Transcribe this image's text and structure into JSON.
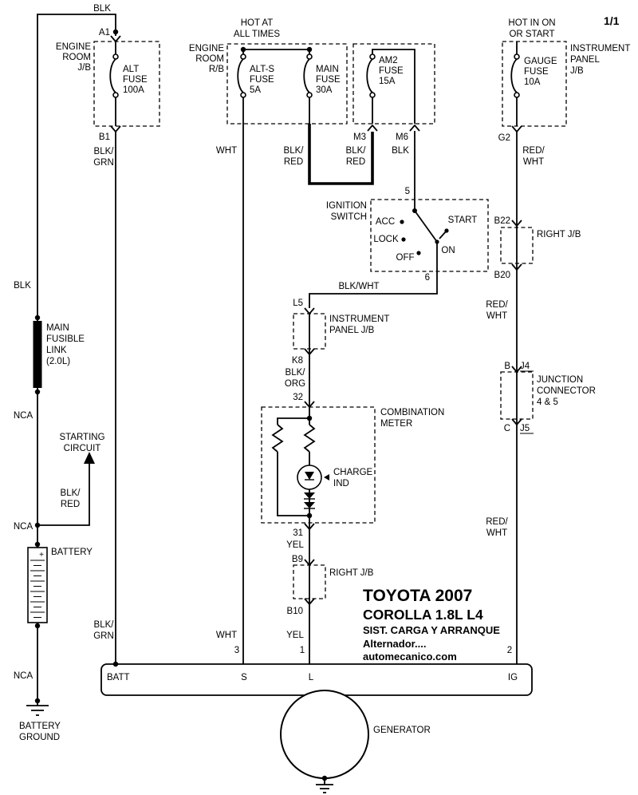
{
  "page": {
    "indicator": "1/1"
  },
  "colors": {
    "ink": "#000000",
    "background": "#ffffff"
  },
  "power": {
    "hot_all_times_line1": "HOT AT",
    "hot_all_times_line2": "ALL TIMES",
    "hot_on_start_line1": "HOT IN ON",
    "hot_on_start_line2": "OR START"
  },
  "engine_room_jb": {
    "name_line1": "ENGINE",
    "name_line2": "ROOM",
    "name_line3": "J/B",
    "terminal_in": "A1",
    "terminal_out": "B1",
    "fuse_line1": "ALT",
    "fuse_line2": "FUSE",
    "fuse_line3": "100A"
  },
  "engine_room_rb": {
    "name_line1": "ENGINE",
    "name_line2": "ROOM",
    "name_line3": "R/B",
    "alt_s_fuse_line1": "ALT-S",
    "alt_s_fuse_line2": "FUSE",
    "alt_s_fuse_line3": "5A",
    "main_fuse_line1": "MAIN",
    "main_fuse_line2": "FUSE",
    "main_fuse_line3": "30A"
  },
  "am2_block": {
    "fuse_line1": "AM2",
    "fuse_line2": "FUSE",
    "fuse_line3": "15A",
    "terminal_m3": "M3",
    "terminal_m6": "M6"
  },
  "instrument_panel_jb_right": {
    "name_line1": "INSTRUMENT",
    "name_line2": "PANEL",
    "name_line3": "J/B",
    "fuse_line1": "GAUGE",
    "fuse_line2": "FUSE",
    "fuse_line3": "10A",
    "terminal_out": "G2"
  },
  "ignition_switch": {
    "name_line1": "IGNITION",
    "name_line2": "SWITCH",
    "terminal_in": "5",
    "terminal_out": "6",
    "pos_acc": "ACC",
    "pos_lock": "LOCK",
    "pos_off": "OFF",
    "pos_on": "ON",
    "pos_start": "START"
  },
  "right_jb_upper": {
    "name": "RIGHT J/B",
    "terminal_in": "B22",
    "terminal_out": "B20"
  },
  "instrument_panel_jb_mid": {
    "name_line1": "INSTRUMENT",
    "name_line2": "PANEL J/B",
    "terminal_in": "L5",
    "terminal_out": "K8"
  },
  "combination_meter": {
    "name_line1": "COMBINATION",
    "name_line2": "METER",
    "terminal_in": "32",
    "terminal_out": "31",
    "charge_ind_line1": "CHARGE",
    "charge_ind_line2": "IND"
  },
  "right_jb_lower": {
    "name": "RIGHT J/B",
    "terminal_in": "B9",
    "terminal_out": "B10"
  },
  "junction_connector": {
    "name_line1": "JUNCTION",
    "name_line2": "CONNECTOR",
    "name_line3": "4 & 5",
    "terminal_in_pin": "B",
    "terminal_in_name": "J4",
    "terminal_out_pin": "C",
    "terminal_out_name": "J5"
  },
  "left_circuit": {
    "wire_blk": "BLK",
    "fusible_link_line1": "MAIN",
    "fusible_link_line2": "FUSIBLE",
    "fusible_link_line3": "LINK",
    "fusible_link_line4": "(2.0L)",
    "nca_1": "NCA",
    "nca_2": "NCA",
    "nca_3": "NCA",
    "starting_line1": "STARTING",
    "starting_line2": "CIRCUIT",
    "wire_blk_red_line1": "BLK/",
    "wire_blk_red_line2": "RED",
    "battery_label": "BATTERY",
    "battery_plus": "+",
    "ground_line1": "BATTERY",
    "ground_line2": "GROUND"
  },
  "wire_labels": {
    "top_blk": "BLK",
    "blk_grn_top_line1": "BLK/",
    "blk_grn_top_line2": "GRN",
    "wht_top": "WHT",
    "blk_red_left_line1": "BLK/",
    "blk_red_left_line2": "RED",
    "blk_red_right_line1": "BLK/",
    "blk_red_right_line2": "RED",
    "blk_am2": "BLK",
    "red_wht_top_line1": "RED/",
    "red_wht_top_line2": "WHT",
    "blk_wht": "BLK/WHT",
    "blk_org_line1": "BLK/",
    "blk_org_line2": "ORG",
    "yel_upper": "YEL",
    "red_wht_mid_line1": "RED/",
    "red_wht_mid_line2": "WHT",
    "red_wht_low_line1": "RED/",
    "red_wht_low_line2": "WHT",
    "blk_grn_bottom_line1": "BLK/",
    "blk_grn_bottom_line2": "GRN",
    "wht_bottom": "WHT",
    "yel_bottom": "YEL"
  },
  "generator": {
    "label": "GENERATOR",
    "terminal_batt": "BATT",
    "terminal_s": "S",
    "terminal_l": "L",
    "terminal_ig": "IG",
    "pin_s": "3",
    "pin_l": "1",
    "pin_ig": "2"
  },
  "title_block": {
    "line1": "TOYOTA 2007",
    "line2": "COROLLA 1.8L L4",
    "line3": "SIST. CARGA Y ARRANQUE",
    "line4": "Alternador....",
    "line5": "automecanico.com"
  }
}
